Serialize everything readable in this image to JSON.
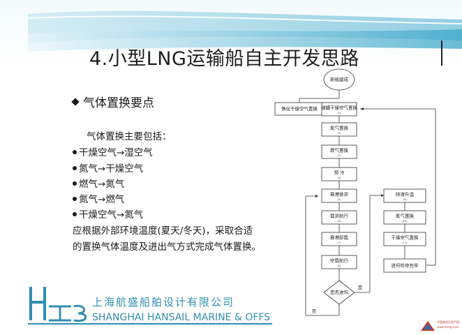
{
  "slide": {
    "title": "4.小型LNG运输船自主开发思路",
    "heading": "气体置换要点",
    "intro": "气体置换主要包括：",
    "items": [
      {
        "from": "干燥空气",
        "to": "湿空气"
      },
      {
        "from": "氮气",
        "to": "干燥空气"
      },
      {
        "from": "燃气",
        "to": "氮气"
      },
      {
        "from": "氮气",
        "to": "燃气"
      },
      {
        "from": "干燥空气",
        "to": "氮气"
      }
    ],
    "arrow": "→",
    "note_line1": "应根据外部环境温度(夏天/冬天)，采取合适",
    "note_line2": "的置换气体温度及进出气方式完成气体置换。"
  },
  "company": {
    "name_cn": "上海航盛船舶设计有限公司",
    "name_en": "SHANGHAI HANSAIL MARINE & OFFS"
  },
  "flowchart": {
    "start": "新船建成",
    "left_box": "惰化干燥空气置换",
    "steps": [
      {
        "label": "储罐干燥空气置换",
        "num": "(1)"
      },
      {
        "label": "氮气置换",
        "num": "(2)"
      },
      {
        "label": "燃气置换",
        "num": "(3)"
      },
      {
        "label": "预 冷",
        "num": "(4)"
      },
      {
        "label": "靠港装货",
        "num": "(5)"
      },
      {
        "label": "载货航行",
        "num": "(6)"
      },
      {
        "label": "靠港卸载",
        "num": "(7)"
      },
      {
        "label": "空载航行",
        "num": "(8)"
      }
    ],
    "decision": "是否进坞",
    "yes": "是",
    "no": "否",
    "right_steps": [
      {
        "label": "除液升温",
        "num": "(9)"
      },
      {
        "label": "氮气置换",
        "num": "(10)"
      },
      {
        "label": "干燥空气置换",
        "num": "(11)"
      },
      {
        "label": "进坞检修完毕",
        "num": ""
      }
    ]
  },
  "watermark": {
    "line1": "中国液化天然气网",
    "line2": "www.cnlng.com"
  },
  "colors": {
    "banner_light": "#e4f3f8",
    "banner_mid": "#9fd3e4",
    "banner_dark": "#3aa6c9",
    "company": "#2f8fb0"
  }
}
